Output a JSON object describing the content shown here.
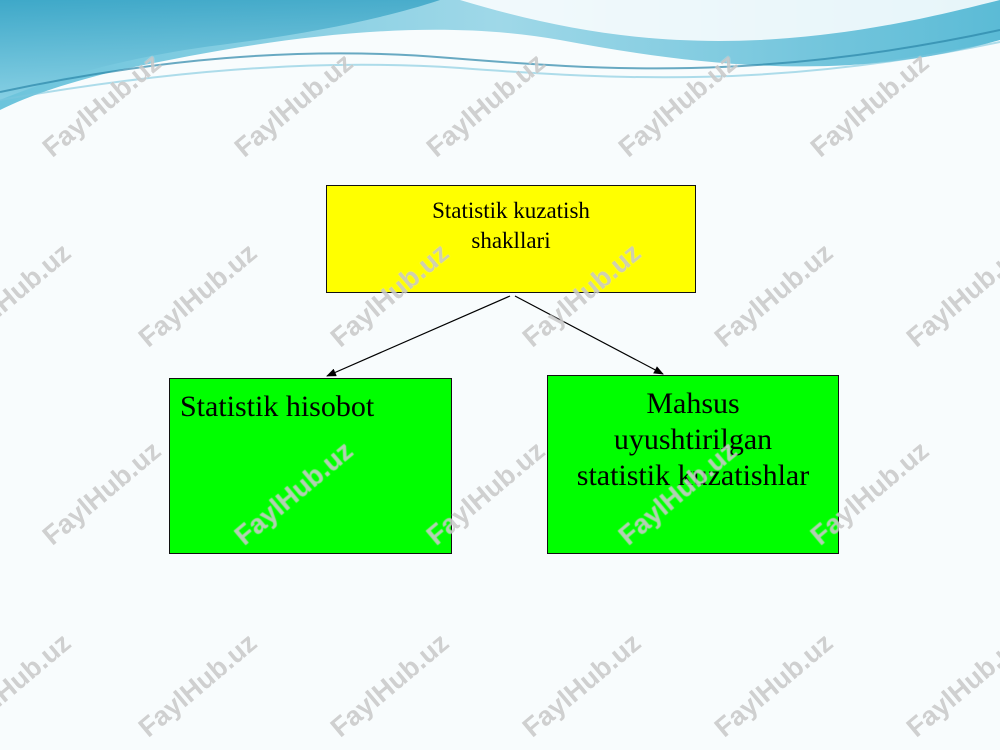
{
  "diagram": {
    "root": {
      "lines": [
        "Statistik kuzatish",
        "shakllari"
      ]
    },
    "children": [
      {
        "lines": [
          "Statistik hisobot"
        ]
      },
      {
        "lines": [
          "Mahsus",
          "uyushtirilgan",
          "statistik kuzatishlar"
        ]
      }
    ]
  },
  "colors": {
    "root_fill": "#ffff00",
    "child_fill": "#00ff00",
    "wave_light": "#bfe6f1",
    "wave_dark": "#3aa7c6"
  },
  "watermark": {
    "text": "FaylHub.uz"
  }
}
